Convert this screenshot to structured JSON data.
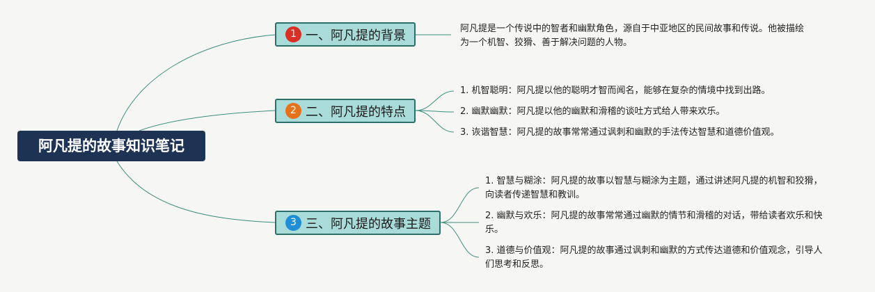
{
  "root": {
    "title": "阿凡提的故事知识笔记"
  },
  "topics": [
    {
      "badge": "1",
      "badge_color": "#d93025",
      "label": "一、阿凡提的背景",
      "details": [
        "阿凡提是一个传说中的智者和幽默角色，源自于中亚地区的民间故事和传说。他被描绘为一个机智、狡猾、善于解决问题的人物。"
      ]
    },
    {
      "badge": "2",
      "badge_color": "#e8711c",
      "label": "二、阿凡提的特点",
      "details": [
        "1. 机智聪明：阿凡提以他的聪明才智而闻名，能够在复杂的情境中找到出路。",
        "2. 幽默幽默：阿凡提以他的幽默和滑稽的谈吐方式给人带来欢乐。",
        "3. 诙谐智慧：阿凡提的故事常常通过讽刺和幽默的手法传达智慧和道德价值观。"
      ]
    },
    {
      "badge": "3",
      "badge_color": "#1e8fd6",
      "label": "三、阿凡提的故事主题",
      "details": [
        "1. 智慧与糊涂：阿凡提的故事以智慧与糊涂为主题，通过讲述阿凡提的机智和狡猾，向读者传递智慧和教训。",
        "2. 幽默与欢乐：阿凡提的故事常常通过幽默的情节和滑稽的对话，带给读者欢乐和快乐。",
        "3. 道德与价值观：阿凡提的故事通过讽刺和幽默的方式传达道德和价值观念，引导人们思考和反思。"
      ]
    }
  ],
  "colors": {
    "root_bg": "#1e3354",
    "topic_bg": "#a9dcd9",
    "topic_border": "#2e6e68",
    "connector": "#3c8c7e"
  }
}
